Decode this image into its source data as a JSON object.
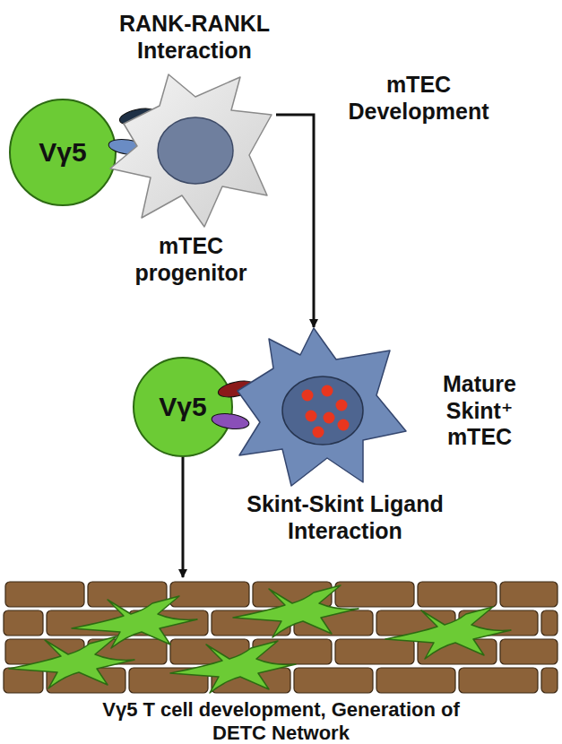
{
  "diagram": {
    "nodes": [
      {
        "text": [
          "Vγ5"
        ]
      },
      {
        "text": [
          "mTEC progenitor"
        ]
      },
      {
        "text": [
          "Vγ5"
        ]
      },
      {
        "text": [
          "Mature Skint⁺ mTEC"
        ]
      },
      {
        "text": [
          "Vγ5 T cell development, Generation of DETC Network"
        ]
      }
    ],
    "edges": [
      {
        "from": 1,
        "to": 3,
        "label": "mTEC Development",
        "arrow": "to"
      },
      {
        "from": 2,
        "to": 4,
        "arrow": "to"
      }
    ],
    "labels": [
      "RANK-RANKL Interaction",
      "Skint-Skint Ligand Interaction"
    ]
  }
}
